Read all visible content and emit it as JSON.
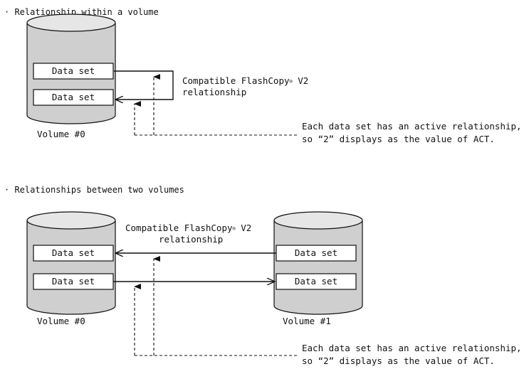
{
  "sections": [
    {
      "heading": "· Relationship within a volume",
      "relationship_label_line1": "Compatible FlashCopy",
      "relationship_label_mark": "®",
      "relationship_label_tail": " V2",
      "relationship_label_line2": "relationship",
      "note_line1": "Each data set has an active relationship,",
      "note_line2": "so  “2”  displays as the value of ACT.",
      "volumes": [
        {
          "label": "Volume #0",
          "data_sets": [
            "Data set",
            "Data set"
          ]
        }
      ]
    },
    {
      "heading": "· Relationships between two volumes",
      "relationship_label_line1": "Compatible FlashCopy",
      "relationship_label_mark": "®",
      "relationship_label_tail": " V2",
      "relationship_label_line2": "relationship",
      "note_line1": "Each data set has an active relationship,",
      "note_line2": "so  “2”  displays as the value of ACT.",
      "volumes": [
        {
          "label": "Volume #0",
          "data_sets": [
            "Data set",
            "Data set"
          ]
        },
        {
          "label": "Volume #1",
          "data_sets": [
            "Data set",
            "Data set"
          ]
        }
      ]
    }
  ],
  "colors": {
    "cylinder_fill": "#cfcfcf",
    "cylinder_top": "#e6e6e6",
    "line": "#111111",
    "box_fill": "#ffffff"
  }
}
